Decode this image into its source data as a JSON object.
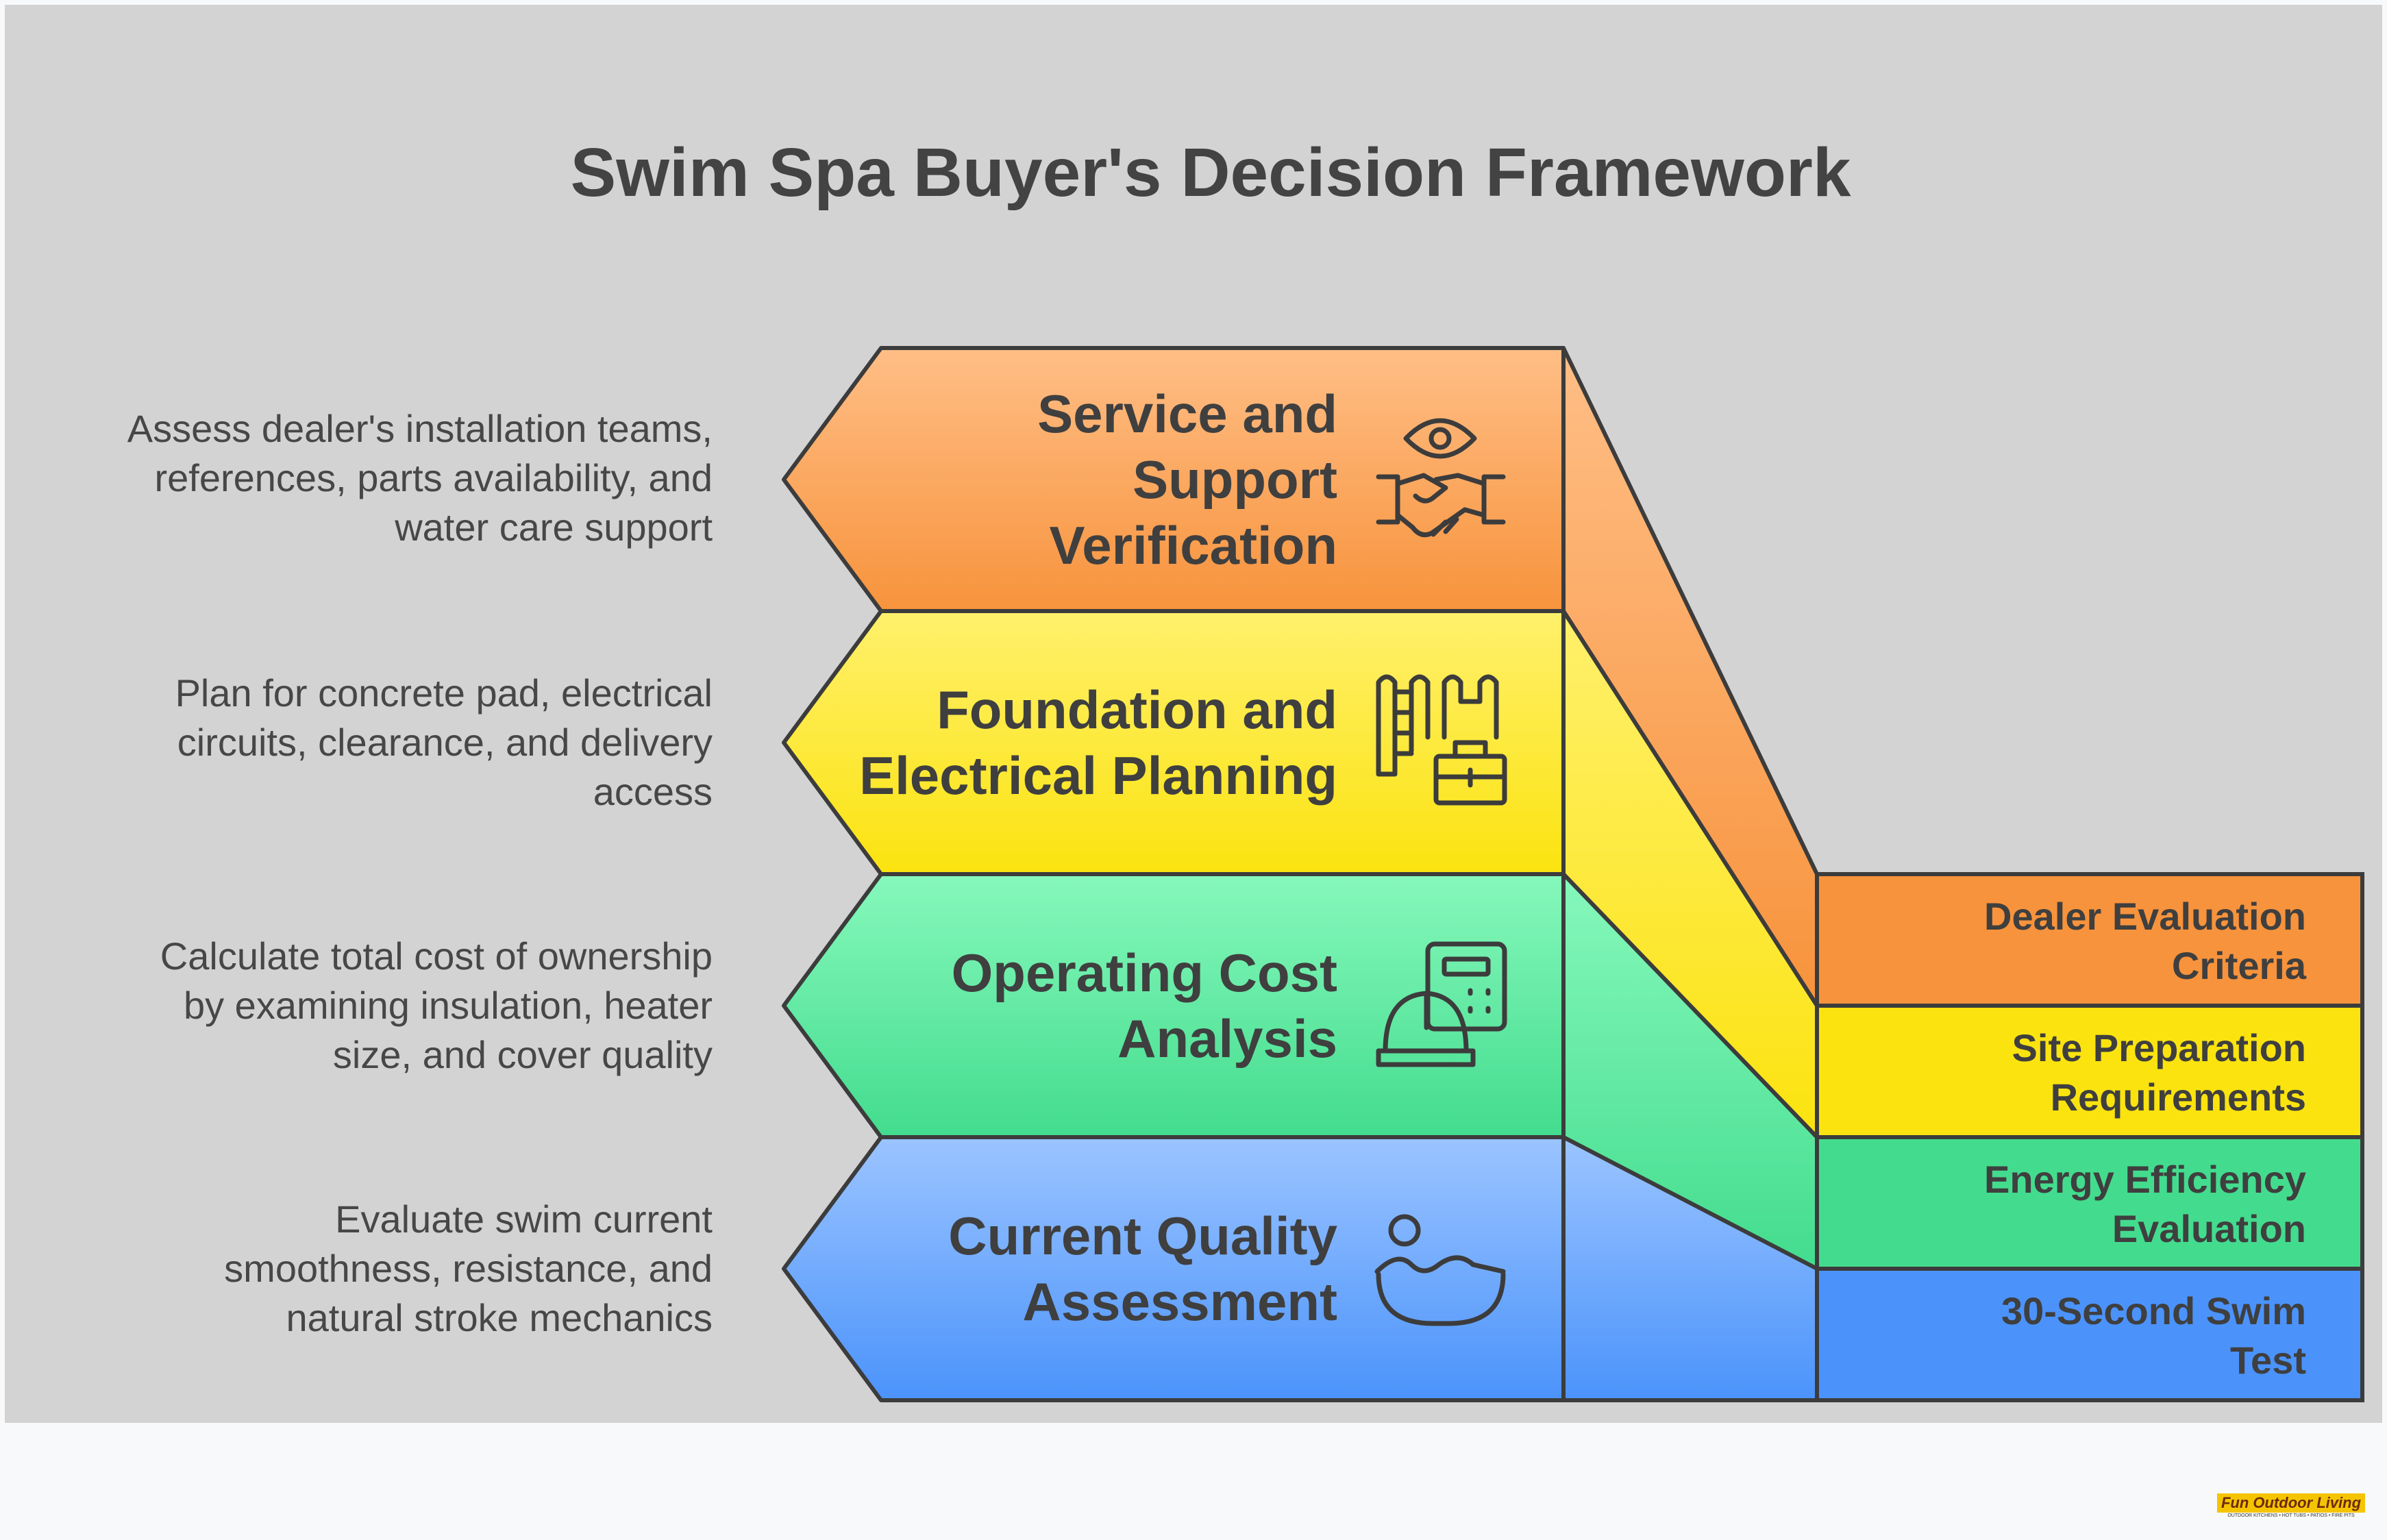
{
  "title": "Swim Spa Buyer's Decision Framework",
  "steps": [
    {
      "label": "Service and\nSupport\nVerification",
      "description": "Assess dealer's installation teams,\nreferences, parts availability, and\nwater care support",
      "side_label": "Dealer Evaluation\nCriteria",
      "icon": "handshake-eye-icon",
      "color_top": "#ffbe86",
      "color_bottom": "#f7933c"
    },
    {
      "label": "Foundation and\nElectrical Planning",
      "description": "Plan for concrete pad, electrical\ncircuits, clearance, and delivery\naccess",
      "side_label": "Site Preparation\nRequirements",
      "icon": "construction-toolbox-icon",
      "color_top": "#fff06c",
      "color_bottom": "#fbe30f"
    },
    {
      "label": "Operating Cost\nAnalysis",
      "description": "Calculate total cost of ownership\nby examining insulation, heater\nsize, and cover quality",
      "side_label": "Energy Efficiency\nEvaluation",
      "icon": "calculator-hardhat-icon",
      "color_top": "#86f8bb",
      "color_bottom": "#43dc8e"
    },
    {
      "label": "Current Quality\nAssessment",
      "description": "Evaluate swim current\nsmoothness, resistance, and\nnatural stroke mechanics",
      "side_label": "30-Second Swim\nTest",
      "icon": "swimmer-pool-icon",
      "color_top": "#9bc4ff",
      "color_bottom": "#4b93fb"
    }
  ],
  "logo": {
    "name": "Fun Outdoor Living",
    "tagline": "OUTDOOR KITCHENS • HOT TUBS • PATIOS • FIRE PITS"
  }
}
